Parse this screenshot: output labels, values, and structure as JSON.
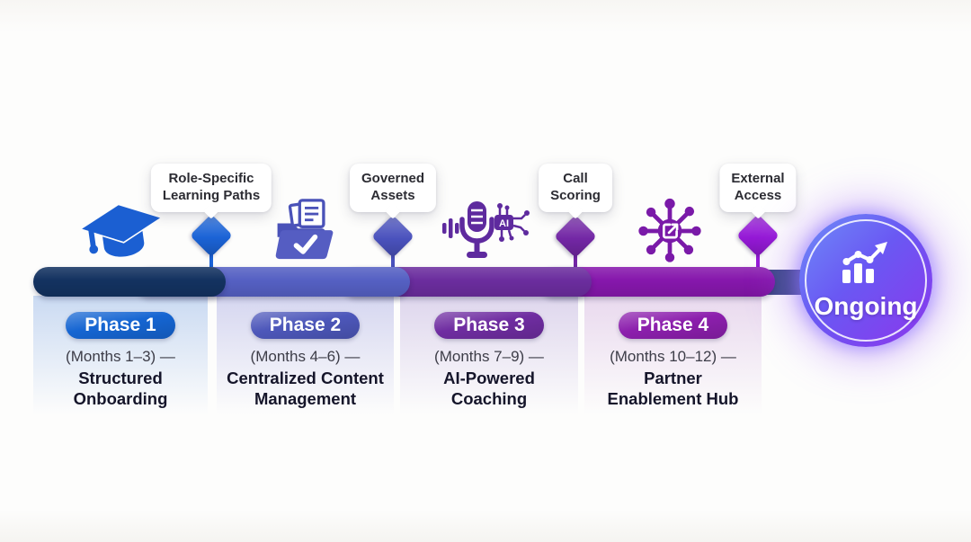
{
  "title": "Enablement Roadmap Timeline",
  "colors": {
    "background": "#fbfaf8",
    "segments": [
      "#133260",
      "#5560c3",
      "#6b2d9e",
      "#8617ac"
    ],
    "connector": "#3d4b87",
    "diamonds": [
      "#1b63d6",
      "#4a52bd",
      "#7327a5",
      "#9519d6"
    ],
    "badges": [
      "#1565d2",
      "#4d57ba",
      "#6f2da1",
      "#8c1fad"
    ],
    "panels": [
      "#cadaf2",
      "#d5d6f0",
      "#ded6ed",
      "#e9d9ee"
    ],
    "icons": {
      "graduation": "#1b5fd2",
      "folder": "#4a52b8",
      "mic": "#5e2a9e",
      "hub": "#7a1aa8"
    }
  },
  "milestones": [
    {
      "label": "Role-Specific\nLearning Paths"
    },
    {
      "label": "Governed\nAssets"
    },
    {
      "label": "Call\nScoring"
    },
    {
      "label": "External\nAccess"
    }
  ],
  "phases": [
    {
      "badge": "Phase 1",
      "months": "(Months 1–3) —",
      "title": "Structured\nOnboarding"
    },
    {
      "badge": "Phase 2",
      "months": "(Months 4–6) —",
      "title": "Centralized Content\nManagement"
    },
    {
      "badge": "Phase 3",
      "months": "(Months 7–9) —",
      "title": "AI-Powered\nCoaching"
    },
    {
      "badge": "Phase 4",
      "months": "(Months 10–12) —",
      "title": "Partner\nEnablement Hub"
    }
  ],
  "ai_chip_label": "AI",
  "ongoing": {
    "label": "Ongoing"
  }
}
